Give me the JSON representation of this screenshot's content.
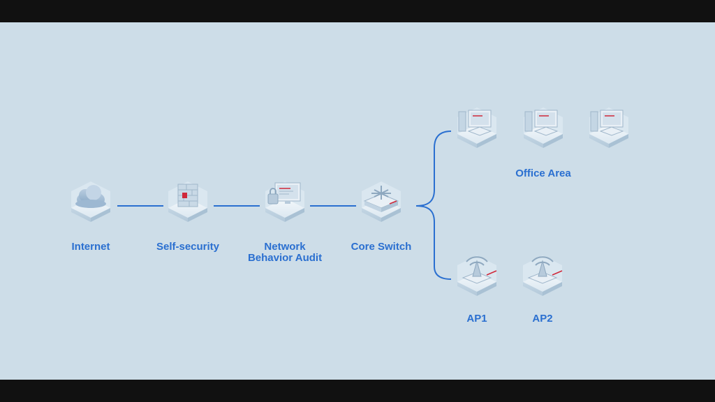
{
  "diagram": {
    "nodes": {
      "internet": "Internet",
      "self_security": "Self-security",
      "network_audit_line1": "Network",
      "network_audit_line2": "Behavior Audit",
      "core_switch": "Core Switch",
      "office_area": "Office Area",
      "ap1": "AP1",
      "ap2": "AP2"
    },
    "icons": {
      "internet": "cloud-icon",
      "self_security": "firewall-icon",
      "network_audit": "audit-monitor-icon",
      "core_switch": "switch-icon",
      "office": "office-pc-icon",
      "ap": "access-point-icon"
    },
    "colors": {
      "background": "#cddde8",
      "link": "#2a6fd0",
      "label": "#2a6fd0",
      "accent": "#d0283a"
    }
  }
}
